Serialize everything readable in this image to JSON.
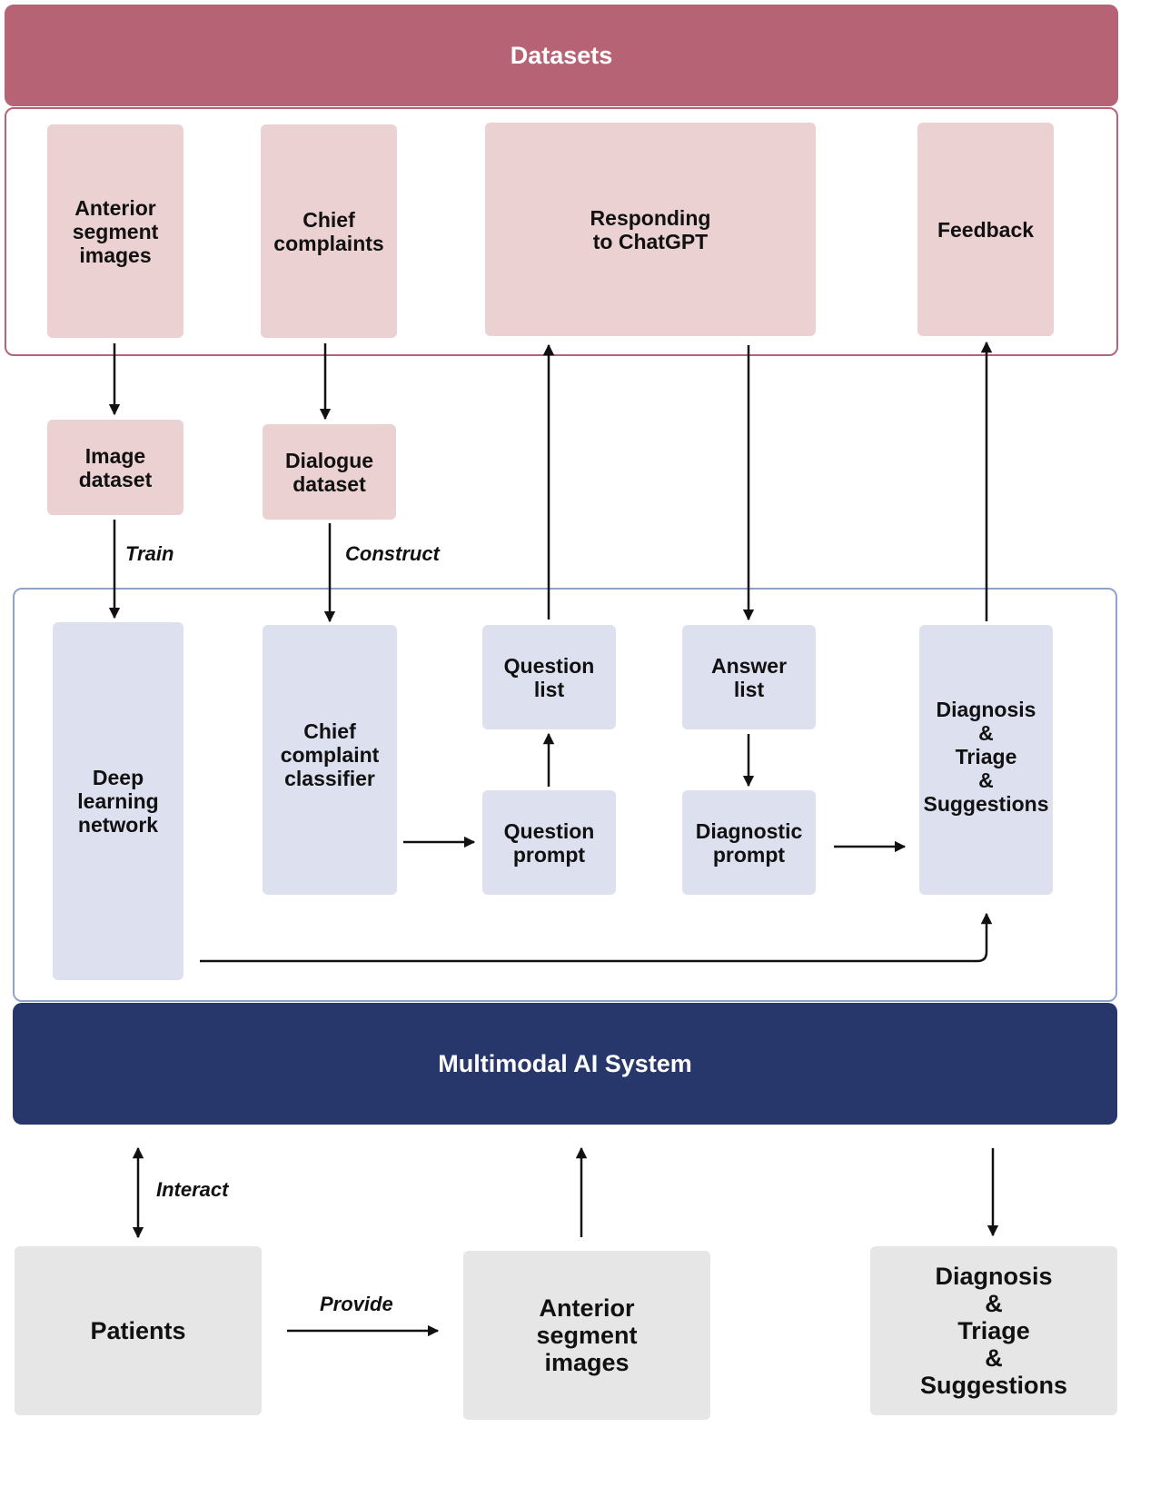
{
  "header": {
    "datasets_title": "Datasets",
    "system_title": "Multimodal AI System"
  },
  "datasets": {
    "anterior_segment_images": "Anterior\nsegment\nimages",
    "chief_complaints": "Chief\ncomplaints",
    "responding_to_chatgpt": "Responding\nto ChatGPT",
    "feedback": "Feedback"
  },
  "intermediate": {
    "image_dataset": "Image\ndataset",
    "dialogue_dataset": "Dialogue\ndataset"
  },
  "system": {
    "deep_learning_network": "Deep\nlearning\nnetwork",
    "chief_complaint_classifier": "Chief\ncomplaint\nclassifier",
    "question_list": "Question\nlist",
    "question_prompt": "Question\nprompt",
    "answer_list": "Answer\nlist",
    "diagnostic_prompt": "Diagnostic\nprompt",
    "diagnosis_triage_suggestions": "Diagnosis\n&\nTriage\n&\nSuggestions"
  },
  "bottom": {
    "patients": "Patients",
    "anterior_segment_images": "Anterior\nsegment\nimages",
    "diagnosis_triage_suggestions": "Diagnosis\n&\nTriage\n&\nSuggestions"
  },
  "edge_labels": {
    "train": "Train",
    "construct": "Construct",
    "interact": "Interact",
    "provide": "Provide"
  },
  "colors": {
    "datasets_banner": "#b66475",
    "datasets_frame": "#b66475",
    "dataset_box": "#ebd1d1",
    "system_banner": "#28376b",
    "system_frame": "#8ea3d0",
    "system_box": "#dde0ef",
    "bottom_box": "#e6e6e6",
    "arrow": "#111111"
  }
}
